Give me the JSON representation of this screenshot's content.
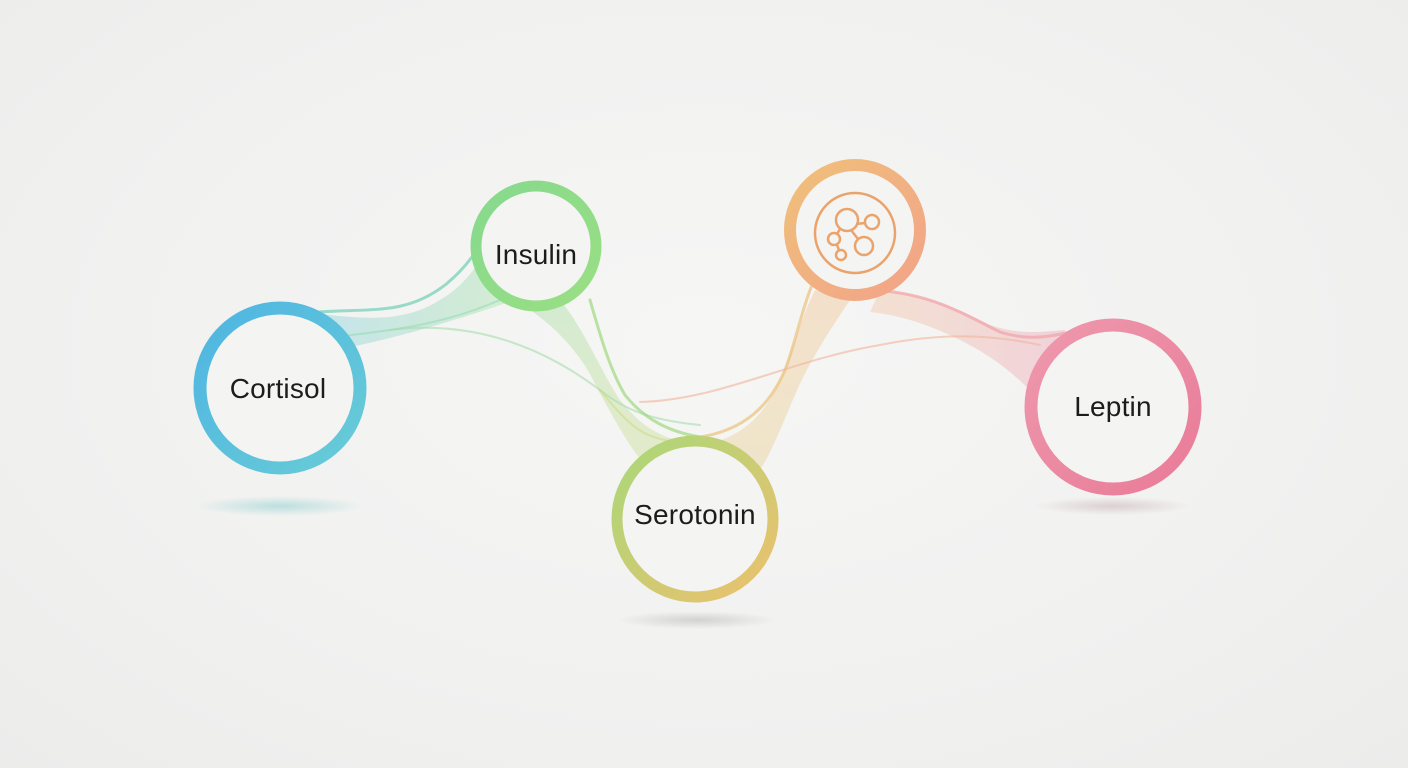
{
  "diagram": {
    "nodes": [
      {
        "id": "cortisol",
        "label": "Cortisol",
        "color": "#5bbde0"
      },
      {
        "id": "insulin",
        "label": "Insulin",
        "color": "#8fd98a"
      },
      {
        "id": "serotonin",
        "label": "Serotonin",
        "color": "#e3c46a"
      },
      {
        "id": "molecule",
        "label": "",
        "icon": "molecule-icon",
        "color": "#f0b070"
      },
      {
        "id": "leptin",
        "label": "Leptin",
        "color": "#ec8aa3"
      }
    ],
    "connections": [
      [
        "cortisol",
        "insulin"
      ],
      [
        "insulin",
        "serotonin"
      ],
      [
        "serotonin",
        "molecule"
      ],
      [
        "molecule",
        "leptin"
      ],
      [
        "cortisol",
        "serotonin"
      ],
      [
        "serotonin",
        "leptin"
      ]
    ]
  }
}
